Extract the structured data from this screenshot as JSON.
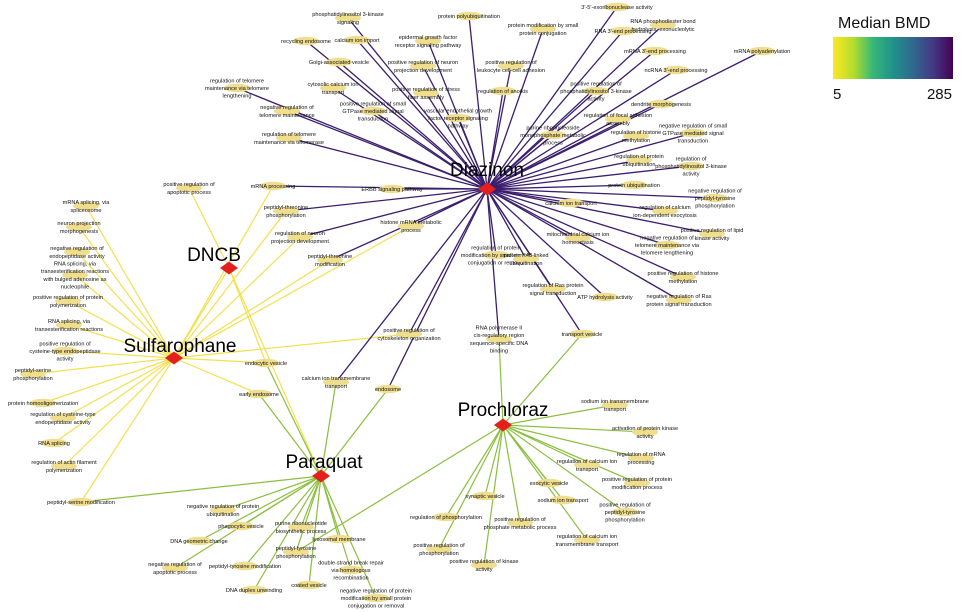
{
  "legend": {
    "title": "Median BMD",
    "min_label": "5",
    "max_label": "285",
    "gradient": [
      "#fde725",
      "#b5de2b",
      "#35b779",
      "#21918c",
      "#31688e",
      "#443983",
      "#440154"
    ]
  },
  "colors": {
    "diazinon_edge": "#3b1f6e",
    "dncb_edge": "#f4e04d",
    "sulfarophane_edge": "#f4e04d",
    "paraquat_edge": "#8bbf3f",
    "prochloraz_edge": "#8bbf3f",
    "node_fill": "#f0de8f",
    "diamond_fill": "#e3201b"
  },
  "chemicals": [
    {
      "id": "diazinon",
      "label": "Diazinon"
    },
    {
      "id": "dncb",
      "label": "DNCB"
    },
    {
      "id": "sulfarophane",
      "label": "Sulfarophane"
    },
    {
      "id": "paraquat",
      "label": "Paraquat"
    },
    {
      "id": "prochloraz",
      "label": "Prochloraz"
    }
  ],
  "terms": [
    {
      "id": "t1",
      "lines": [
        "3'-5'-exoribonuclease activity"
      ],
      "links": [
        "diazinon"
      ]
    },
    {
      "id": "t2",
      "lines": [
        "RNA 3'-end processing"
      ],
      "links": [
        "diazinon"
      ]
    },
    {
      "id": "t3",
      "lines": [
        "RNA phosphodiester bond",
        "hydrolysis, exonucleolytic"
      ],
      "links": [
        "diazinon"
      ]
    },
    {
      "id": "t4",
      "lines": [
        "mRNA 3'-end processing"
      ],
      "links": [
        "diazinon"
      ]
    },
    {
      "id": "t5",
      "lines": [
        "mRNA polyadenylation"
      ],
      "links": [
        "diazinon"
      ]
    },
    {
      "id": "t6",
      "lines": [
        "ncRNA 3'-end processing"
      ],
      "links": [
        "diazinon"
      ]
    },
    {
      "id": "t7",
      "lines": [
        "phosphatidylinositol 3-kinase",
        "signaling"
      ],
      "links": [
        "diazinon"
      ]
    },
    {
      "id": "t8",
      "lines": [
        "protein polyubiquitination"
      ],
      "links": [
        "diazinon"
      ]
    },
    {
      "id": "t9",
      "lines": [
        "protein modification by small",
        "protein conjugation"
      ],
      "links": [
        "diazinon"
      ]
    },
    {
      "id": "t10",
      "lines": [
        "recycling endosome"
      ],
      "links": [
        "diazinon"
      ]
    },
    {
      "id": "t11",
      "lines": [
        "calcium ion import"
      ],
      "links": [
        "diazinon"
      ]
    },
    {
      "id": "t12",
      "lines": [
        "epidermal growth factor",
        "receptor signaling pathway"
      ],
      "links": [
        "diazinon"
      ]
    },
    {
      "id": "t13",
      "lines": [
        "Golgi-associated vesicle"
      ],
      "links": [
        "diazinon"
      ]
    },
    {
      "id": "t14",
      "lines": [
        "positive regulation of neuron",
        "projection development"
      ],
      "links": [
        "diazinon"
      ]
    },
    {
      "id": "t15",
      "lines": [
        "positive regulation of",
        "leukocyte cell-cell adhesion"
      ],
      "links": [
        "diazinon"
      ]
    },
    {
      "id": "t16",
      "lines": [
        "regulation of telomere",
        "maintenance via telomere",
        "lengthening"
      ],
      "links": [
        "diazinon"
      ]
    },
    {
      "id": "t17",
      "lines": [
        "cytosolic calcium ion",
        "transport"
      ],
      "links": [
        "diazinon"
      ]
    },
    {
      "id": "t18",
      "lines": [
        "positive regulation of stress",
        "fiber assembly"
      ],
      "links": [
        "diazinon"
      ]
    },
    {
      "id": "t19",
      "lines": [
        "regulation of anoikis"
      ],
      "links": [
        "diazinon"
      ]
    },
    {
      "id": "t20",
      "lines": [
        "positive regulation of",
        "phosphatidylinositol 3-kinase",
        "activity"
      ],
      "links": [
        "diazinon"
      ]
    },
    {
      "id": "t21",
      "lines": [
        "negative regulation of",
        "telomere maintenance"
      ],
      "links": [
        "diazinon"
      ]
    },
    {
      "id": "t22",
      "lines": [
        "positive regulation of small",
        "GTPase mediated signal",
        "transduction"
      ],
      "links": [
        "diazinon"
      ]
    },
    {
      "id": "t23",
      "lines": [
        "vascular endothelial growth",
        "factor receptor signaling",
        "pathway"
      ],
      "links": [
        "diazinon"
      ]
    },
    {
      "id": "t24",
      "lines": [
        "dendrite morphogenesis"
      ],
      "links": [
        "diazinon"
      ]
    },
    {
      "id": "t25",
      "lines": [
        "regulation of focal adhesion",
        "assembly"
      ],
      "links": [
        "diazinon"
      ]
    },
    {
      "id": "t26",
      "lines": [
        "negative regulation of small",
        "GTPase mediated signal",
        "transduction"
      ],
      "links": [
        "diazinon"
      ]
    },
    {
      "id": "t27",
      "lines": [
        "purine ribonucleoside",
        "monophosphate metabolic",
        "process"
      ],
      "links": [
        "diazinon"
      ]
    },
    {
      "id": "t28",
      "lines": [
        "regulation of histone",
        "methylation"
      ],
      "links": [
        "diazinon"
      ]
    },
    {
      "id": "t29",
      "lines": [
        "regulation of telomere",
        "maintenance via telomerase"
      ],
      "links": [
        "diazinon"
      ]
    },
    {
      "id": "t30",
      "lines": [
        "regulation of protein",
        "ubiquitination"
      ],
      "links": [
        "diazinon"
      ]
    },
    {
      "id": "t31",
      "lines": [
        "regulation of",
        "phosphatidylinositol 3-kinase",
        "activity"
      ],
      "links": [
        "diazinon"
      ]
    },
    {
      "id": "t32",
      "lines": [
        "positive regulation of",
        "apoptotic process"
      ],
      "links": [
        "dncb"
      ]
    },
    {
      "id": "t33",
      "lines": [
        "mRNA processing"
      ],
      "links": [
        "diazinon",
        "sulfarophane"
      ]
    },
    {
      "id": "t34",
      "lines": [
        "ERBB signaling pathway"
      ],
      "links": [
        "diazinon"
      ]
    },
    {
      "id": "t35",
      "lines": [
        "protein ubiquitination"
      ],
      "links": [
        "diazinon"
      ]
    },
    {
      "id": "t36",
      "lines": [
        "negative regulation of",
        "peptidyl-tyrosine",
        "phosphorylation"
      ],
      "links": [
        "diazinon"
      ]
    },
    {
      "id": "t37",
      "lines": [
        "mRNA splicing, via",
        "spliceosome"
      ],
      "links": [
        "sulfarophane"
      ]
    },
    {
      "id": "t38",
      "lines": [
        "peptidyl-threonine",
        "phosphorylation"
      ],
      "links": [
        "diazinon",
        "sulfarophane"
      ]
    },
    {
      "id": "t39",
      "lines": [
        "calcium ion transport"
      ],
      "links": [
        "diazinon"
      ]
    },
    {
      "id": "t40",
      "lines": [
        "regulation of calcium",
        "ion-dependent exocytosis"
      ],
      "links": [
        "diazinon"
      ]
    },
    {
      "id": "t41",
      "lines": [
        "positive regulation of lipid",
        "kinase activity"
      ],
      "links": [
        "diazinon"
      ]
    },
    {
      "id": "t42",
      "lines": [
        "neuron projection",
        "morphogenesis"
      ],
      "links": [
        "sulfarophane"
      ]
    },
    {
      "id": "t43",
      "lines": [
        "regulation of neuron",
        "projection development"
      ],
      "links": [
        "diazinon",
        "sulfarophane"
      ]
    },
    {
      "id": "t44",
      "lines": [
        "histone mRNA metabolic",
        "process"
      ],
      "links": [
        "diazinon",
        "sulfarophane"
      ]
    },
    {
      "id": "t45",
      "lines": [
        "mitochondrial calcium ion",
        "homeostasis"
      ],
      "links": [
        "diazinon"
      ]
    },
    {
      "id": "t46",
      "lines": [
        "negative regulation of",
        "telomere maintenance via",
        "telomere lengthening"
      ],
      "links": [
        "diazinon"
      ]
    },
    {
      "id": "t47",
      "lines": [
        "negative regulation of",
        "endopeptidase activity"
      ],
      "links": [
        "sulfarophane"
      ]
    },
    {
      "id": "t48",
      "lines": [
        "peptidyl-threonine",
        "modification"
      ],
      "links": [
        "diazinon",
        "sulfarophane"
      ]
    },
    {
      "id": "t49",
      "lines": [
        "regulation of protein",
        "modification by small protein",
        "conjugation or removal"
      ],
      "links": [
        "diazinon"
      ]
    },
    {
      "id": "t50",
      "lines": [
        "protein K48-linked",
        "ubiquitination"
      ],
      "links": [
        "diazinon"
      ]
    },
    {
      "id": "t51",
      "lines": [
        "RNA splicing, via",
        "transesterification reactions",
        "with bulged adenosine as",
        "nucleophile"
      ],
      "links": [
        "sulfarophane"
      ]
    },
    {
      "id": "t52",
      "lines": [
        "positive regulation of histone",
        "methylation"
      ],
      "links": [
        "diazinon"
      ]
    },
    {
      "id": "t53",
      "lines": [
        "regulation of Ras protein",
        "signal transduction"
      ],
      "links": [
        "diazinon"
      ]
    },
    {
      "id": "t54",
      "lines": [
        "ATP hydrolysis activity"
      ],
      "links": [
        "diazinon"
      ]
    },
    {
      "id": "t55",
      "lines": [
        "negative regulation of Ras",
        "protein signal transduction"
      ],
      "links": [
        "diazinon"
      ]
    },
    {
      "id": "t56",
      "lines": [
        "positive regulation of protein",
        "polymerization"
      ],
      "links": [
        "sulfarophane"
      ]
    },
    {
      "id": "t57",
      "lines": [
        "RNA splicing, via",
        "transesterification reactions"
      ],
      "links": [
        "sulfarophane"
      ]
    },
    {
      "id": "t58",
      "lines": [
        "positive regulation of",
        "cytoskeleton organization"
      ],
      "links": [
        "diazinon",
        "sulfarophane"
      ]
    },
    {
      "id": "t59",
      "lines": [
        "RNA polymerase II",
        "cis-regulatory region",
        "sequence-specific DNA",
        "binding"
      ],
      "links": [
        "diazinon",
        "prochloraz"
      ]
    },
    {
      "id": "t60",
      "lines": [
        "transport vesicle"
      ],
      "links": [
        "diazinon",
        "prochloraz"
      ]
    },
    {
      "id": "t61",
      "lines": [
        "positive regulation of",
        "cysteine-type endopeptidase",
        "activity"
      ],
      "links": [
        "sulfarophane"
      ]
    },
    {
      "id": "t62",
      "lines": [
        "endocytic vesicle"
      ],
      "links": [
        "dncb",
        "sulfarophane",
        "paraquat"
      ]
    },
    {
      "id": "t63",
      "lines": [
        "peptidyl-serine",
        "phosphorylation"
      ],
      "links": [
        "sulfarophane"
      ]
    },
    {
      "id": "t64",
      "lines": [
        "calcium ion transmembrane",
        "transport"
      ],
      "links": [
        "diazinon",
        "paraquat"
      ]
    },
    {
      "id": "t65",
      "lines": [
        "early endosome"
      ],
      "links": [
        "sulfarophane",
        "paraquat"
      ]
    },
    {
      "id": "t66",
      "lines": [
        "endosome"
      ],
      "links": [
        "diazinon",
        "paraquat"
      ]
    },
    {
      "id": "t67",
      "lines": [
        "protein homooligomerization"
      ],
      "links": [
        "sulfarophane"
      ]
    },
    {
      "id": "t68",
      "lines": [
        "regulation of cysteine-type",
        "endopeptidase activity"
      ],
      "links": [
        "sulfarophane"
      ]
    },
    {
      "id": "t69",
      "lines": [
        "sodium ion transmembrane",
        "transport"
      ],
      "links": [
        "prochloraz"
      ]
    },
    {
      "id": "t70",
      "lines": [
        "activation of protein kinase",
        "activity"
      ],
      "links": [
        "prochloraz"
      ]
    },
    {
      "id": "t71",
      "lines": [
        "RNA splicing"
      ],
      "links": [
        "sulfarophane"
      ]
    },
    {
      "id": "t72",
      "lines": [
        "regulation of mRNA",
        "processing"
      ],
      "links": [
        "prochloraz"
      ]
    },
    {
      "id": "t73",
      "lines": [
        "regulation of calcium ion",
        "transport"
      ],
      "links": [
        "prochloraz"
      ]
    },
    {
      "id": "t74",
      "lines": [
        "regulation of actin filament",
        "polymerization"
      ],
      "links": [
        "sulfarophane"
      ]
    },
    {
      "id": "t75",
      "lines": [
        "exocytic vesicle"
      ],
      "links": [
        "prochloraz"
      ]
    },
    {
      "id": "t76",
      "lines": [
        "positive regulation of protein",
        "modification process"
      ],
      "links": [
        "prochloraz"
      ]
    },
    {
      "id": "t77",
      "lines": [
        "synaptic vesicle"
      ],
      "links": [
        "prochloraz"
      ]
    },
    {
      "id": "t78",
      "lines": [
        "sodium ion transport"
      ],
      "links": [
        "prochloraz"
      ]
    },
    {
      "id": "t79",
      "lines": [
        "peptidyl-serine modification"
      ],
      "links": [
        "sulfarophane",
        "paraquat"
      ]
    },
    {
      "id": "t80",
      "lines": [
        "positive regulation of",
        "peptidyl-tyrosine",
        "phosphorylation"
      ],
      "links": [
        "prochloraz"
      ]
    },
    {
      "id": "t81",
      "lines": [
        "negative regulation of protein",
        "ubiquitination"
      ],
      "links": [
        "paraquat"
      ]
    },
    {
      "id": "t82",
      "lines": [
        "regulation of phosphorylation"
      ],
      "links": [
        "prochloraz"
      ]
    },
    {
      "id": "t83",
      "lines": [
        "positive regulation of",
        "phosphate metabolic process"
      ],
      "links": [
        "prochloraz"
      ]
    },
    {
      "id": "t84",
      "lines": [
        "phagocytic vesicle"
      ],
      "links": [
        "paraquat"
      ]
    },
    {
      "id": "t85",
      "lines": [
        "purine ribonucleotide",
        "biosynthetic process"
      ],
      "links": [
        "paraquat"
      ]
    },
    {
      "id": "t86",
      "lines": [
        "lysosomal membrane"
      ],
      "links": [
        "paraquat"
      ]
    },
    {
      "id": "t87",
      "lines": [
        "regulation of calcium ion",
        "transmembrane transport"
      ],
      "links": [
        "prochloraz"
      ]
    },
    {
      "id": "t88",
      "lines": [
        "DNA geometric change"
      ],
      "links": [
        "paraquat"
      ]
    },
    {
      "id": "t89",
      "lines": [
        "positive regulation of",
        "phosphorylation"
      ],
      "links": [
        "prochloraz"
      ]
    },
    {
      "id": "t90",
      "lines": [
        "peptidyl-tyrosine",
        "phosphorylation"
      ],
      "links": [
        "paraquat",
        "prochloraz"
      ]
    },
    {
      "id": "t91",
      "lines": [
        "positive regulation of kinase",
        "activity"
      ],
      "links": [
        "prochloraz"
      ]
    },
    {
      "id": "t92",
      "lines": [
        "negative regulation of",
        "apoptotic process"
      ],
      "links": [
        "paraquat"
      ]
    },
    {
      "id": "t93",
      "lines": [
        "peptidyl-tyrosine modification"
      ],
      "links": [
        "paraquat"
      ]
    },
    {
      "id": "t94",
      "lines": [
        "double-strand break repair",
        "via homologous",
        "recombination"
      ],
      "links": [
        "paraquat"
      ]
    },
    {
      "id": "t95",
      "lines": [
        "DNA duplex unwinding"
      ],
      "links": [
        "paraquat"
      ]
    },
    {
      "id": "t96",
      "lines": [
        "coated vesicle"
      ],
      "links": [
        "paraquat"
      ]
    },
    {
      "id": "t97",
      "lines": [
        "negative regulation of protein",
        "modification by small protein",
        "conjugation or removal"
      ],
      "links": [
        "paraquat"
      ]
    }
  ]
}
